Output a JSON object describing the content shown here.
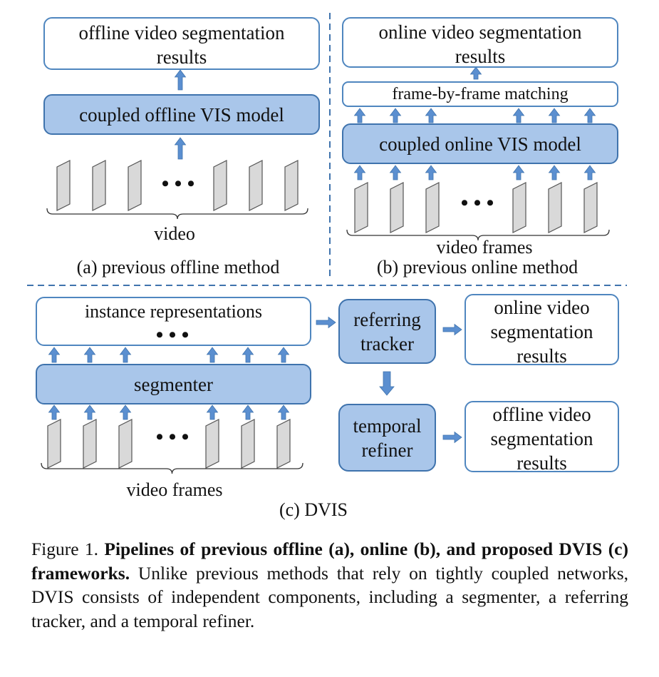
{
  "panel_a": {
    "result_text": "offline video segmentation results",
    "model_text": "coupled offline VIS model",
    "input_label": "video",
    "title": "(a) previous offline method"
  },
  "panel_b": {
    "result_text": "online video segmentation results",
    "matching_text": "frame-by-frame matching",
    "model_text": "coupled online VIS model",
    "input_label": "video frames",
    "title": "(b) previous online method"
  },
  "panel_c": {
    "repr_text": "instance representations",
    "segmenter_text": "segmenter",
    "tracker_text": "referring tracker",
    "refiner_text": "temporal refiner",
    "online_result_text": "online video segmentation results",
    "offline_result_text": "offline video segmentation results",
    "input_label": "video frames",
    "title": "(c) DVIS"
  },
  "ellipsis": "• • •",
  "caption": {
    "prefix": "Figure 1. ",
    "bold": "Pipelines of previous offline (a), online (b), and proposed DVIS (c) frameworks.",
    "rest": " Unlike previous methods that rely on tightly coupled networks, DVIS consists of independent components, including a segmenter, a referring tracker, and a temporal refiner."
  },
  "colors": {
    "box_fill": "#a9c6ea",
    "box_border": "#3f73ad",
    "arrow": "#5b8fd0",
    "frame_fill": "#d9d9d9",
    "divider": "#3f73ad"
  }
}
